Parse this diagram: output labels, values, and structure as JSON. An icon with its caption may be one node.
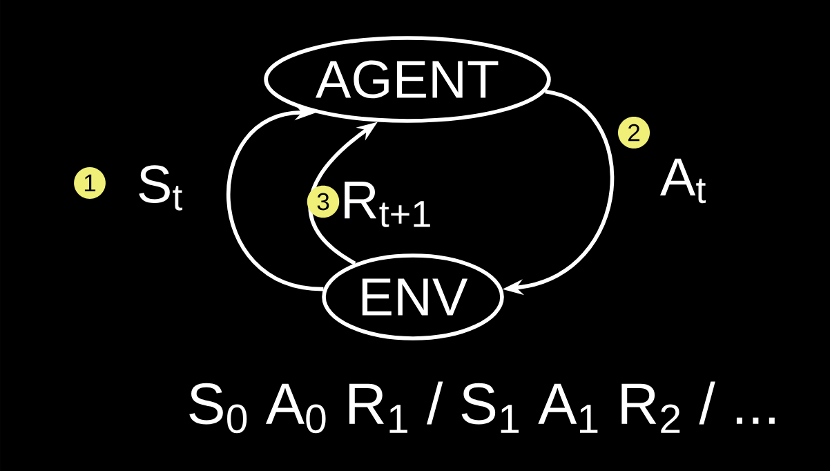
{
  "diagram": {
    "nodes": [
      {
        "text": [
          "AGENT"
        ]
      },
      {
        "text": [
          "ENV"
        ]
      }
    ],
    "edges": [
      {
        "from": 1,
        "to": 0,
        "arrow": "to",
        "label": "S$_{t}$"
      },
      {
        "from": 0,
        "to": 1,
        "arrow": "to",
        "label": "A$_{t}$"
      },
      {
        "from": 1,
        "to": 0,
        "arrow": "to",
        "label": "R$_{t+1}$"
      }
    ],
    "labels": [
      "1",
      "2",
      "3",
      "S$_{0}$ A$_{0}$ R$_{1}$ / S$_{1}$ A$_{1}$ R$_{2}$ / ..."
    ]
  }
}
